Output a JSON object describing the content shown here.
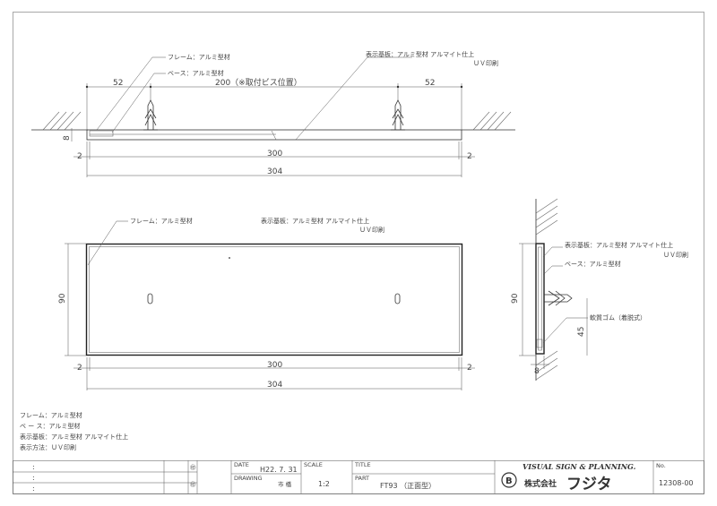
{
  "top_view": {
    "frame_label": "フレーム：アルミ型材",
    "base_label": "ベース：アルミ型材",
    "panel_label": "表示基板：アルミ型材 アルマイト仕上",
    "print_label": "ＵＶ印刷",
    "dim_left": "52",
    "dim_center": "200（※取付ビス位置）",
    "dim_right": "52",
    "dim_thickness": "8",
    "dim_edge_left": "2",
    "dim_inner": "300",
    "dim_edge_right": "2",
    "dim_total": "304"
  },
  "front_view": {
    "frame_label": "フレーム：アルミ型材",
    "panel_label": "表示基板：アルミ型材 アルマイト仕上",
    "print_label": "ＵＶ印刷",
    "dim_height": "90",
    "dim_edge_left": "2",
    "dim_inner": "300",
    "dim_edge_right": "2",
    "dim_total": "304"
  },
  "side_view": {
    "panel_label": "表示基板：アルミ型材 アルマイト仕上",
    "print_label": "ＵＶ印刷",
    "base_label": "ベース：アルミ型材",
    "rubber_label": "軟質ゴム（着脱式）",
    "dim_height": "90",
    "dim_45": "45",
    "dim_depth": "8"
  },
  "notes": [
    "フレーム：アルミ型材",
    "ベ ー ス：アルミ型材",
    "表示基板：アルミ型材 アルマイト仕上",
    "表示方法：ＵＶ印刷"
  ],
  "title_block": {
    "rev_colon_1": ":",
    "rev_colon_2": ":",
    "rev_colon_3": ":",
    "stamp_1": "㊞",
    "stamp_2": "㊞",
    "date_label": "DATE",
    "date_value": "H22. 7. 31",
    "drawing_label": "DRAWING",
    "drawing_value": "市 橋",
    "scale_label": "SCALE",
    "scale_value": "1:2",
    "title_label": "TITLE",
    "part_label": "PART",
    "part_value": "FT93 （正面型）",
    "company_en": "VISUAL SIGN & PLANNING.",
    "company_kind": "株式会社",
    "company_name": "フジタ",
    "logo_letter": "B",
    "no_label": "No.",
    "no_value": "12308-00"
  }
}
